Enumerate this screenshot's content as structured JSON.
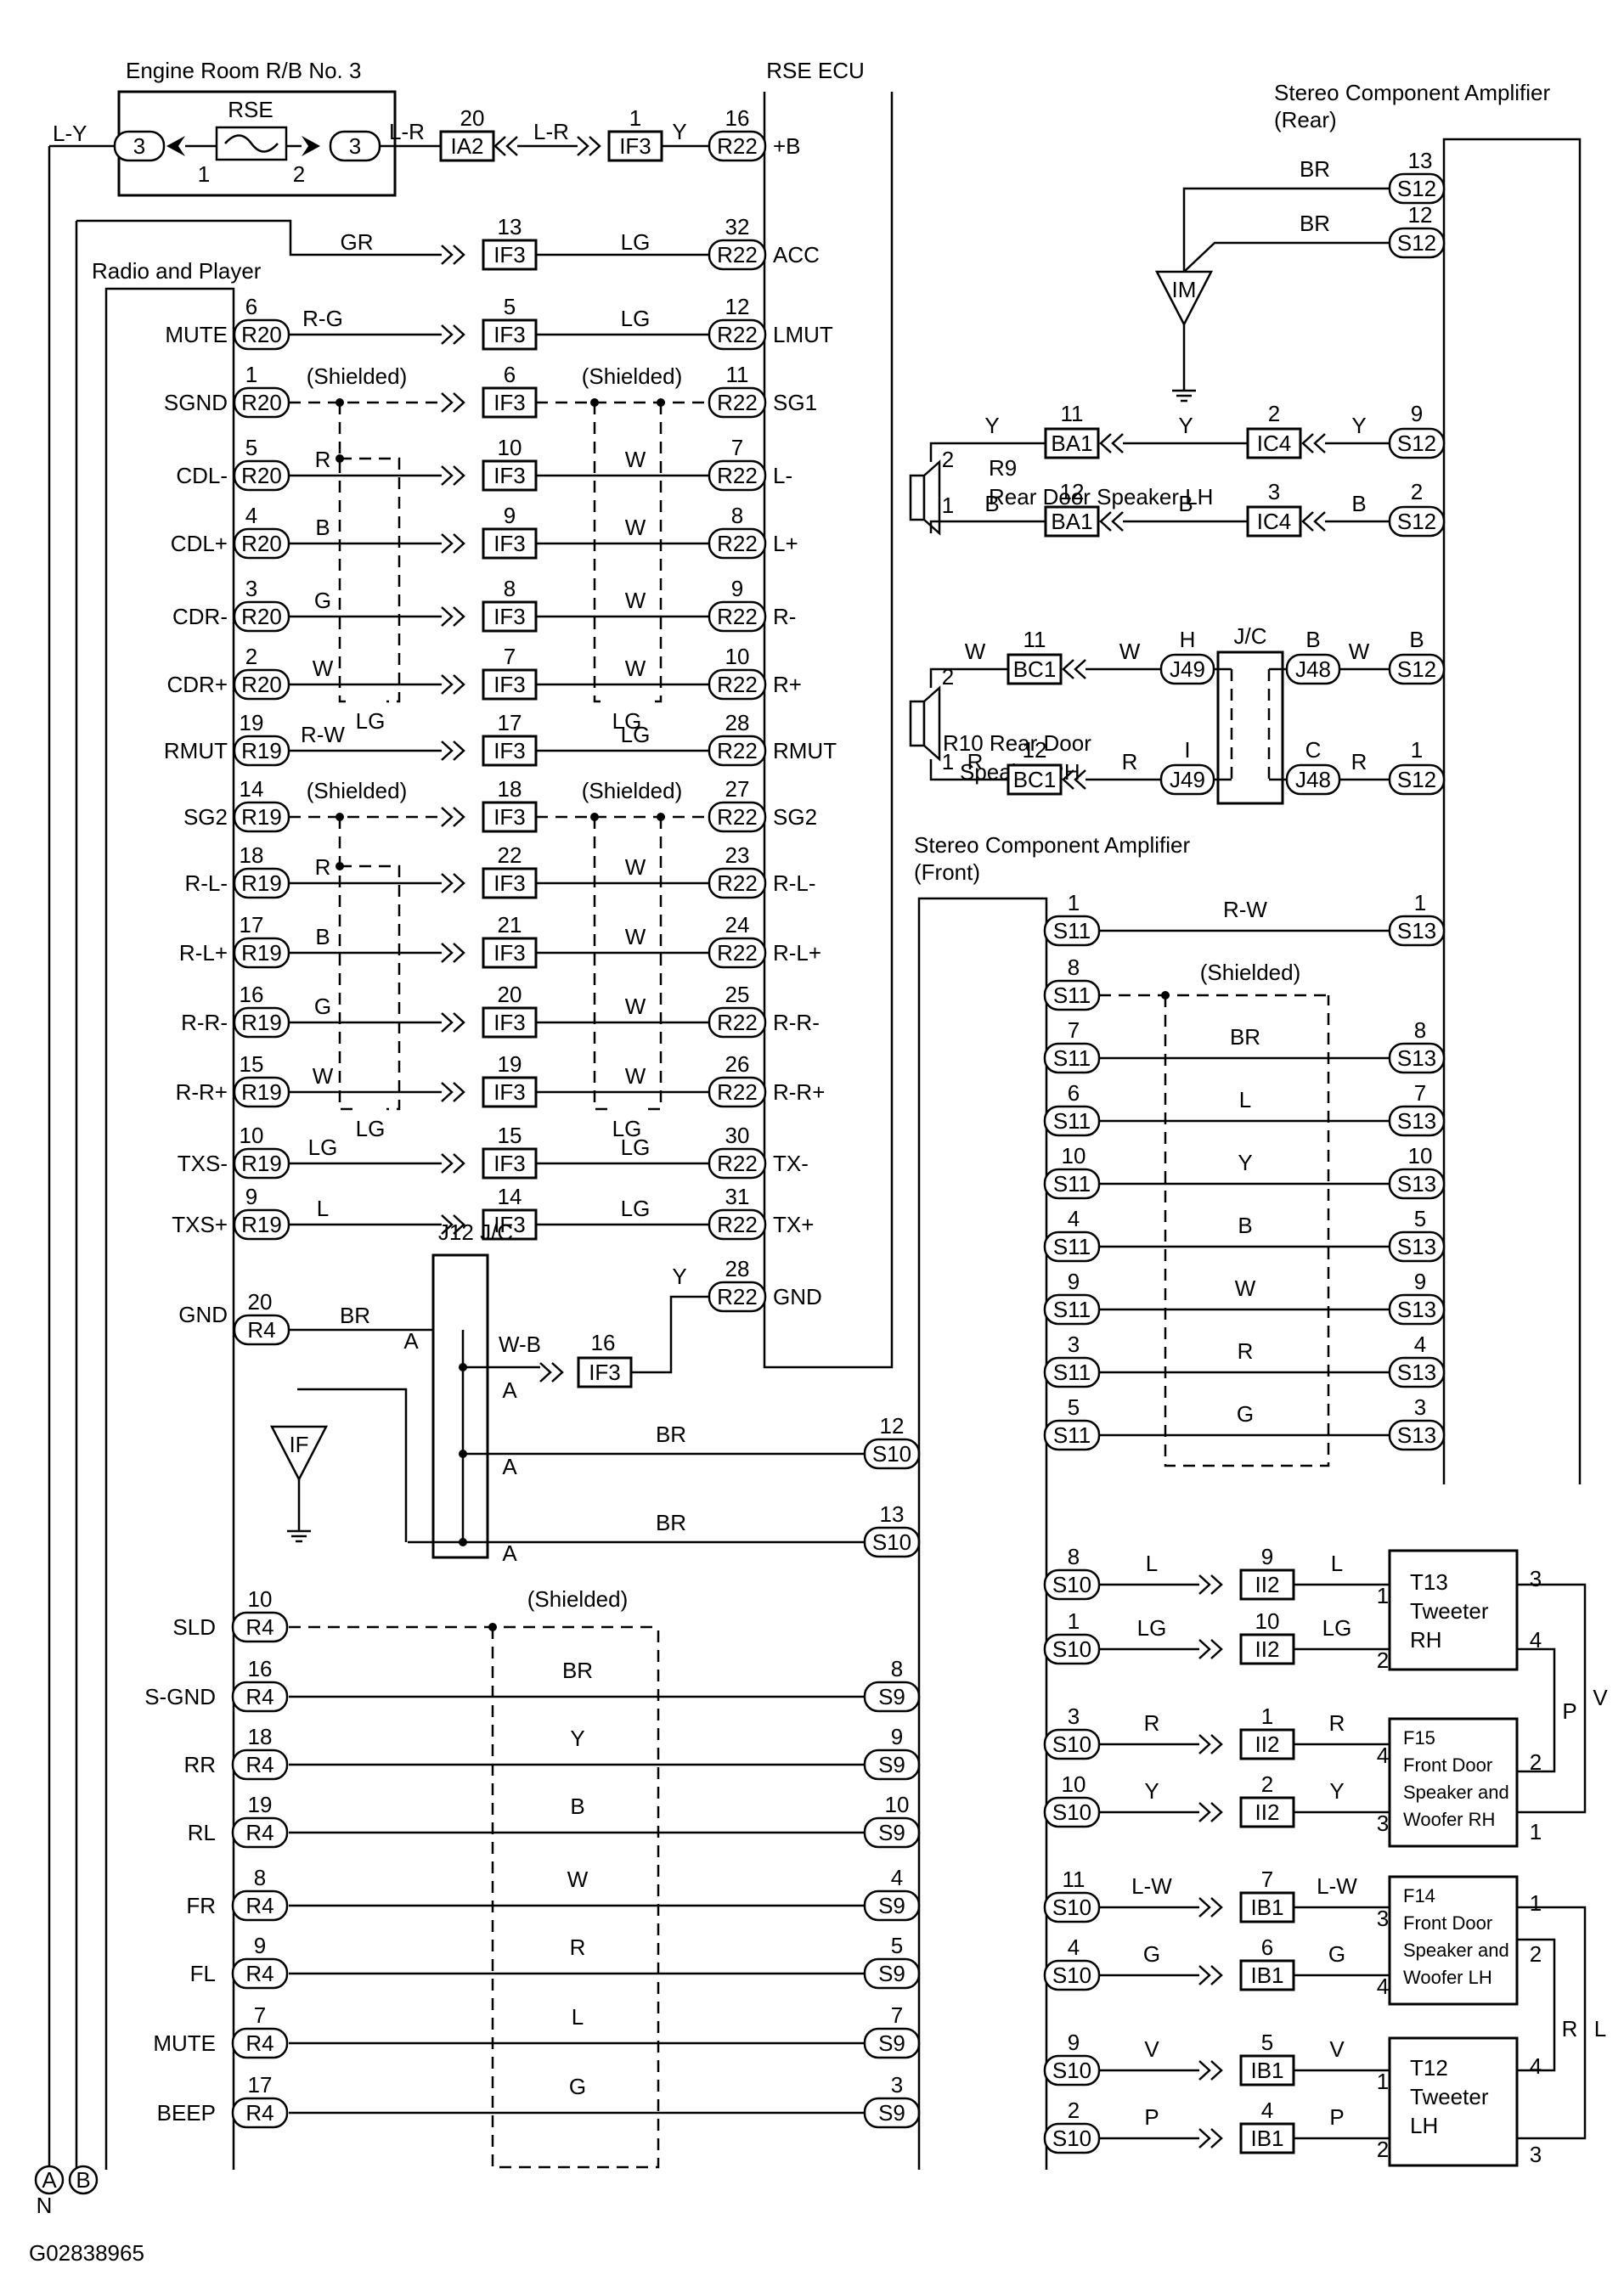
{
  "colors": {
    "line": "#000000",
    "background": "#ffffff"
  },
  "top": {
    "rb_title": "Engine Room R/B No. 3",
    "fuse_label": "RSE",
    "rb_conn": "3",
    "rb_pin_left": "1",
    "rb_pin_right": "2",
    "wire_ly": "L-Y",
    "wire_lr": "L-R",
    "ia2_pin": "20",
    "ia2": "IA2",
    "if3_pin1": "1",
    "wire_y": "Y",
    "gr": "GR",
    "lg": "LG",
    "acc_if3_pin": "13"
  },
  "ecu": {
    "title": "RSE ECU",
    "pins": [
      {
        "pin": "16",
        "conn": "R22",
        "label": "+B"
      },
      {
        "pin": "32",
        "conn": "R22",
        "label": "ACC"
      },
      {
        "pin": "12",
        "conn": "R22",
        "label": "LMUT"
      },
      {
        "pin": "11",
        "conn": "R22",
        "label": "SG1"
      },
      {
        "pin": "7",
        "conn": "R22",
        "label": "L-"
      },
      {
        "pin": "8",
        "conn": "R22",
        "label": "L+"
      },
      {
        "pin": "9",
        "conn": "R22",
        "label": "R-"
      },
      {
        "pin": "10",
        "conn": "R22",
        "label": "R+"
      },
      {
        "pin": "28",
        "conn": "R22",
        "label": "RMUT"
      },
      {
        "pin": "27",
        "conn": "R22",
        "label": "SG2"
      },
      {
        "pin": "23",
        "conn": "R22",
        "label": "R-L-"
      },
      {
        "pin": "24",
        "conn": "R22",
        "label": "R-L+"
      },
      {
        "pin": "25",
        "conn": "R22",
        "label": "R-R-"
      },
      {
        "pin": "26",
        "conn": "R22",
        "label": "R-R+"
      },
      {
        "pin": "30",
        "conn": "R22",
        "label": "TX-"
      },
      {
        "pin": "31",
        "conn": "R22",
        "label": "TX+"
      },
      {
        "pin": "28",
        "conn": "R22",
        "label": "GND"
      }
    ]
  },
  "radio": {
    "title": "Radio and Player",
    "rows": [
      {
        "name": "MUTE",
        "pin": "6",
        "conn": "R20",
        "wire_left": "R-G",
        "if3": "5",
        "wire_right": "LG"
      },
      {
        "name": "SGND",
        "pin": "1",
        "conn": "R20",
        "wire_left": "",
        "if3": "6",
        "wire_right": ""
      },
      {
        "name": "CDL-",
        "pin": "5",
        "conn": "R20",
        "wire_left": "R",
        "if3": "10",
        "wire_right": "W"
      },
      {
        "name": "CDL+",
        "pin": "4",
        "conn": "R20",
        "wire_left": "B",
        "if3": "9",
        "wire_right": "W"
      },
      {
        "name": "CDR-",
        "pin": "3",
        "conn": "R20",
        "wire_left": "G",
        "if3": "8",
        "wire_right": "W"
      },
      {
        "name": "CDR+",
        "pin": "2",
        "conn": "R20",
        "wire_left": "W",
        "if3": "7",
        "wire_right": "W"
      },
      {
        "name": "RMUT",
        "pin": "19",
        "conn": "R19",
        "wire_left": "R-W",
        "if3": "17",
        "wire_right": "LG"
      },
      {
        "name": "SG2",
        "pin": "14",
        "conn": "R19",
        "wire_left": "",
        "if3": "18",
        "wire_right": ""
      },
      {
        "name": "R-L-",
        "pin": "18",
        "conn": "R19",
        "wire_left": "R",
        "if3": "22",
        "wire_right": "W"
      },
      {
        "name": "R-L+",
        "pin": "17",
        "conn": "R19",
        "wire_left": "B",
        "if3": "21",
        "wire_right": "W"
      },
      {
        "name": "R-R-",
        "pin": "16",
        "conn": "R19",
        "wire_left": "G",
        "if3": "20",
        "wire_right": "W"
      },
      {
        "name": "R-R+",
        "pin": "15",
        "conn": "R19",
        "wire_left": "W",
        "if3": "19",
        "wire_right": "W"
      },
      {
        "name": "TXS-",
        "pin": "10",
        "conn": "R19",
        "wire_left": "LG",
        "if3": "15",
        "wire_right": "LG"
      },
      {
        "name": "TXS+",
        "pin": "9",
        "conn": "R19",
        "wire_left": "L",
        "if3": "14",
        "wire_right": "LG"
      }
    ],
    "shielded": "(Shielded)",
    "shield_lg": "LG",
    "if3": "IF3",
    "gnd": {
      "name": "GND",
      "pin": "20",
      "conn": "R4",
      "wire": "BR",
      "jc": "J12 J/C",
      "a": "A",
      "wb": "W-B",
      "if3_pin": "16",
      "y": "Y",
      "ground_label": "IF"
    },
    "s10_rows": [
      {
        "pin": "12",
        "conn": "S10",
        "wire": "BR"
      },
      {
        "pin": "13",
        "conn": "S10",
        "wire": "BR"
      }
    ],
    "r4_rows": [
      {
        "name": "SLD",
        "pin": "10",
        "conn": "R4",
        "wire": "",
        "s9pin": "",
        "s9": ""
      },
      {
        "name": "S-GND",
        "pin": "16",
        "conn": "R4",
        "wire": "BR",
        "s9pin": "8",
        "s9": "S9"
      },
      {
        "name": "RR",
        "pin": "18",
        "conn": "R4",
        "wire": "Y",
        "s9pin": "9",
        "s9": "S9"
      },
      {
        "name": "RL",
        "pin": "19",
        "conn": "R4",
        "wire": "B",
        "s9pin": "10",
        "s9": "S9"
      },
      {
        "name": "FR",
        "pin": "8",
        "conn": "R4",
        "wire": "W",
        "s9pin": "4",
        "s9": "S9"
      },
      {
        "name": "FL",
        "pin": "9",
        "conn": "R4",
        "wire": "R",
        "s9pin": "5",
        "s9": "S9"
      },
      {
        "name": "MUTE",
        "pin": "7",
        "conn": "R4",
        "wire": "L",
        "s9pin": "7",
        "s9": "S9"
      },
      {
        "name": "BEEP",
        "pin": "17",
        "conn": "R4",
        "wire": "G",
        "s9pin": "3",
        "s9": "S9"
      }
    ],
    "bottom_a": "A",
    "bottom_b": "B",
    "bottom_n": "N"
  },
  "rear_amp": {
    "title1": "Stereo Component Amplifier",
    "title2": "(Rear)",
    "s12_top": [
      {
        "pin": "13",
        "conn": "S12",
        "wire": "BR"
      },
      {
        "pin": "12",
        "conn": "S12",
        "wire": "BR"
      }
    ],
    "im": "IM",
    "r9_label": "R9",
    "r9_name": "Rear Door Speaker LH",
    "r9_rows": [
      {
        "spk": "2",
        "w1": "Y",
        "ba1pin": "11",
        "ba1": "BA1",
        "w2": "Y",
        "ic4pin": "2",
        "ic4": "IC4",
        "w3": "Y",
        "s12pin": "9",
        "s12": "S12"
      },
      {
        "spk": "1",
        "w1": "B",
        "ba1pin": "12",
        "ba1": "BA1",
        "w2": "B",
        "ic4pin": "3",
        "ic4": "IC4",
        "w3": "B",
        "s12pin": "2",
        "s12": "S12"
      }
    ],
    "jc": "J/C",
    "r10_name1": "R10 Rear Door",
    "r10_name2": "Speaker RH",
    "r10_rows": [
      {
        "spk": "2",
        "w1": "W",
        "bc1pin": "11",
        "bc1": "BC1",
        "w2": "W",
        "j49a": "H",
        "j49": "J49",
        "j48a": "B",
        "j48": "J48",
        "w3": "W",
        "s12pin": "B",
        "s12": "S12"
      },
      {
        "spk": "1",
        "w1": "R",
        "bc1pin": "12",
        "bc1": "BC1",
        "w2": "R",
        "j49a": "I",
        "j49": "J49",
        "j48a": "C",
        "j48": "J48",
        "w3": "R",
        "s12pin": "1",
        "s12": "S12"
      }
    ]
  },
  "front_amp": {
    "title1": "Stereo Component Amplifier",
    "title2": "(Front)",
    "shielded": "(Shielded)",
    "s11_rows": [
      {
        "pin": "1",
        "conn": "S11",
        "wire": "R-W",
        "s13pin": "1",
        "s13": "S13"
      },
      {
        "pin": "8",
        "conn": "S11",
        "wire": "",
        "s13pin": "",
        "s13": ""
      },
      {
        "pin": "7",
        "conn": "S11",
        "wire": "BR",
        "s13pin": "8",
        "s13": "S13"
      },
      {
        "pin": "6",
        "conn": "S11",
        "wire": "L",
        "s13pin": "7",
        "s13": "S13"
      },
      {
        "pin": "10",
        "conn": "S11",
        "wire": "Y",
        "s13pin": "10",
        "s13": "S13"
      },
      {
        "pin": "4",
        "conn": "S11",
        "wire": "B",
        "s13pin": "5",
        "s13": "S13"
      },
      {
        "pin": "9",
        "conn": "S11",
        "wire": "W",
        "s13pin": "9",
        "s13": "S13"
      },
      {
        "pin": "3",
        "conn": "S11",
        "wire": "R",
        "s13pin": "4",
        "s13": "S13"
      },
      {
        "pin": "5",
        "conn": "S11",
        "wire": "G",
        "s13pin": "3",
        "s13": "S13"
      }
    ],
    "spk_rows": [
      {
        "pin": "8",
        "conn": "S10",
        "w1": "L",
        "ipin": "9",
        "ic": "II2",
        "w2": "L",
        "spin": "1"
      },
      {
        "pin": "1",
        "conn": "S10",
        "w1": "LG",
        "ipin": "10",
        "ic": "II2",
        "w2": "LG",
        "spin": "2"
      },
      {
        "pin": "3",
        "conn": "S10",
        "w1": "R",
        "ipin": "1",
        "ic": "II2",
        "w2": "R",
        "spin": "4"
      },
      {
        "pin": "10",
        "conn": "S10",
        "w1": "Y",
        "ipin": "2",
        "ic": "II2",
        "w2": "Y",
        "spin": "3"
      },
      {
        "pin": "11",
        "conn": "S10",
        "w1": "L-W",
        "ipin": "7",
        "ic": "IB1",
        "w2": "L-W",
        "spin": "3"
      },
      {
        "pin": "4",
        "conn": "S10",
        "w1": "G",
        "ipin": "6",
        "ic": "IB1",
        "w2": "G",
        "spin": "4"
      },
      {
        "pin": "9",
        "conn": "S10",
        "w1": "V",
        "ipin": "5",
        "ic": "IB1",
        "w2": "V",
        "spin": "1"
      },
      {
        "pin": "2",
        "conn": "S10",
        "w1": "P",
        "ipin": "4",
        "ic": "IB1",
        "w2": "P",
        "spin": "2"
      }
    ],
    "t13": {
      "id": "T13",
      "l1": "Tweeter",
      "l2": "RH",
      "p3": "3",
      "p4": "4"
    },
    "f15": {
      "id": "F15",
      "l1": "Front Door",
      "l2": "Speaker and",
      "l3": "Woofer RH",
      "p2": "2",
      "p1": "1"
    },
    "f14": {
      "id": "F14",
      "l1": "Front Door",
      "l2": "Speaker and",
      "l3": "Woofer LH",
      "p1": "1",
      "p2": "2"
    },
    "t12": {
      "id": "T12",
      "l1": "Tweeter",
      "l2": "LH",
      "p4": "4",
      "p3": "3"
    },
    "jumper_p": "P",
    "jumper_v": "V",
    "jumper_r": "R",
    "jumper_l": "L"
  },
  "footer": {
    "code": "G02838965"
  }
}
